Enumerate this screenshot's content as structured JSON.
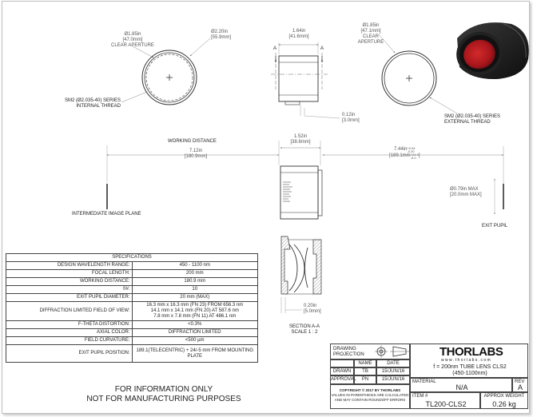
{
  "views": {
    "front": {
      "clear_aperture_dims": [
        "Ø1.85in",
        "[47.0mm]"
      ],
      "clear_aperture_label": "CLEAR APERTURE",
      "outer_dims": [
        "Ø2.20in",
        "[55.9mm]"
      ],
      "thread_label": [
        "SM2 (Ø2.035-40) SERIES",
        "INTERNAL THREAD"
      ]
    },
    "side": {
      "length_dims": [
        "1.64in",
        "[41.6mm]"
      ],
      "section_marks": [
        "A",
        "A"
      ],
      "lip_dims": [
        "0.12in",
        "[3.0mm]"
      ]
    },
    "back": {
      "clear_aperture_dims": [
        "Ø1.85in",
        "[47.1mm]"
      ],
      "clear_aperture_label": [
        "CLEAR",
        "APERTURE"
      ],
      "thread_label": [
        "SM2 (Ø2.035-40) SERIES",
        "EXTERNAL THREAD"
      ]
    },
    "optical_path": {
      "working_distance_label": "WORKING DISTANCE",
      "working_distance_dims": [
        "7.12in",
        "[180.9mm]"
      ],
      "body_length_dims": [
        "1.52in",
        "[38.6mm]"
      ],
      "pupil_distance_in": "7.44in",
      "pupil_distance_in_tol": [
        "+0.94",
        "-0.20"
      ],
      "pupil_distance_mm": "[189.1mm",
      "pupil_distance_mm_tol": [
        "+24.0",
        "-5.0"
      ],
      "pupil_distance_mm_close": "]",
      "pupil_size_dims": [
        "Ø0.79in MAX",
        "[20.0mm MAX]"
      ],
      "image_plane_label": "INTERMEDIATE IMAGE PLANE",
      "exit_pupil_label": "EXIT PUPIL"
    },
    "section": {
      "thickness_dims": [
        "0.20in",
        "[5.0mm]"
      ],
      "title": "SECTION A-A",
      "scale": "SCALE 1 : 2"
    }
  },
  "specifications": {
    "title": "SPECIFICATIONS",
    "rows": [
      {
        "label": "DESIGN WAVELENGTH RANGE:",
        "value": [
          "450 - 1100 nm"
        ]
      },
      {
        "label": "FOCAL LENGTH:",
        "value": [
          "200 mm"
        ]
      },
      {
        "label": "WORKING DISTANCE:",
        "value": [
          "180.9 mm"
        ]
      },
      {
        "label": "f/#:",
        "value": [
          "10"
        ]
      },
      {
        "label": "EXIT PUPIL DIAMETER:",
        "value": [
          "20 mm (MAX)"
        ]
      },
      {
        "label": "DIFFRACTION LIMITED FIELD OF VIEW:",
        "value": [
          "16.3 mm x 16.3 mm (FN 23) FROM 656.3 nm",
          "14.1 mm x 14.1 mm (FN 20) AT 587.6 nm",
          "7.8 mm x 7.8 mm (FN 11) AT 486.1 nm"
        ]
      },
      {
        "label": "F-THETA DISTORTION:",
        "value": [
          "<0.3%"
        ]
      },
      {
        "label": "AXIAL COLOR:",
        "value": [
          "DIFFRACTION LIMITED"
        ]
      },
      {
        "label": "FIELD CURVATURE:",
        "value": [
          "<500 µm"
        ]
      },
      {
        "label": "EXIT PUPIL POSITION:",
        "value": [
          "189.1(TELECENTRIC) + 24/-5 mm FROM MOUNTING PLATE"
        ]
      }
    ]
  },
  "disclaimer": [
    "FOR INFORMATION ONLY",
    "NOT FOR MANUFACTURING PURPOSES"
  ],
  "title_block": {
    "drawing_projection": [
      "DRAWING",
      "PROJECTION"
    ],
    "name_header": "NAME",
    "date_header": "DATE",
    "drawn_label": "DRAWN",
    "drawn_name": "TB",
    "drawn_date": "15/JUN/16",
    "approval_label": "APPROVAL",
    "approval_name": "PN",
    "approval_date": "15/JUN/16",
    "copyright": "COPYRIGHT © 2017 BY THORLABS",
    "note": [
      "VALUES IN PARENTHESIS ARE CALCULATED",
      "AND MAY CONTAIN ROUNDOFF ERRORS"
    ],
    "logo": "THORLABS",
    "website": "w w w . t h o r l a b s . c o m",
    "description": [
      "f = 200nm TUBE LENS CLS2",
      "(450-1100nm)"
    ],
    "material_label": "MATERIAL",
    "material_value": "N/A",
    "rev_label": "REV",
    "rev_value": "A",
    "item_label": "ITEM #",
    "item_value": "TL200-CLS2",
    "weight_label": "APPROX WEIGHT",
    "weight_value": "0.26 kg"
  },
  "colors": {
    "lens_red": "#b3181d",
    "housing_black": "#1c1c1c",
    "line": "#333333",
    "dim_line": "#888888"
  }
}
